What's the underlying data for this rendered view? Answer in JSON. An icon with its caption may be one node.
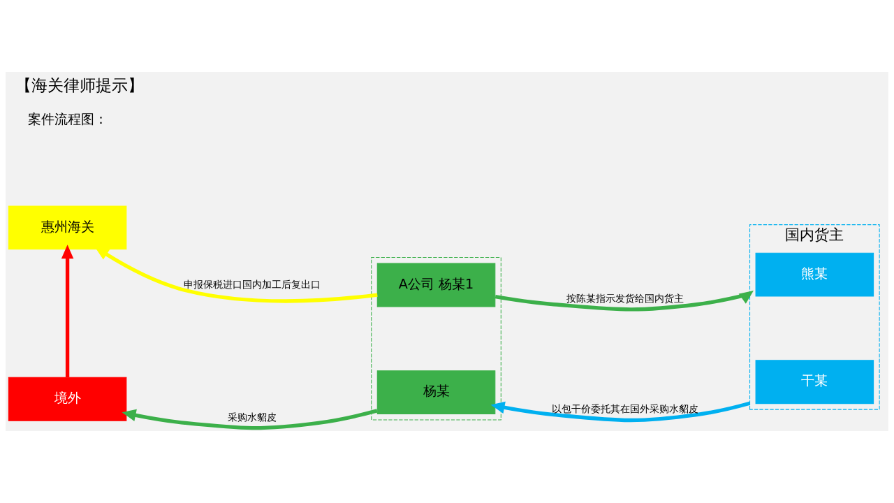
{
  "diagram": {
    "title": "【海关律师提示】",
    "nodes": [
      {
        "text": [
          "惠州海关"
        ]
      },
      {
        "text": [
          "境外"
        ]
      },
      {
        "text": [],
        "shape": "box"
      },
      {
        "text": [
          "A公司 杨某1"
        ],
        "in": 2
      },
      {
        "text": [
          "杨某"
        ],
        "in": 2
      },
      {
        "text": [
          "国内货主"
        ]
      },
      {
        "text": [
          "熊某"
        ],
        "in": 5
      },
      {
        "text": [
          "干某"
        ],
        "in": 5
      }
    ],
    "edges": [
      {
        "from": 3,
        "to": 0,
        "arrow": "to",
        "label": "申报保税进口国内加工后复出口",
        "color": "#ffff00"
      },
      {
        "from": 3,
        "to": 5,
        "arrow": "to",
        "label": "按陈某指示发货给国内货主",
        "color": "#3cb04a"
      },
      {
        "from": 5,
        "to": 4,
        "arrow": "to",
        "label": "以包干价委托其在国外采购水貂皮",
        "color": "#00b0f0"
      },
      {
        "from": 4,
        "to": 1,
        "arrow": "to",
        "label": "采购水貂皮",
        "color": "#3cb04a"
      },
      {
        "from": 1,
        "to": 0,
        "arrow": "to",
        "color": "#ff0000"
      }
    ],
    "labels": [
      "案件流程图："
    ]
  }
}
